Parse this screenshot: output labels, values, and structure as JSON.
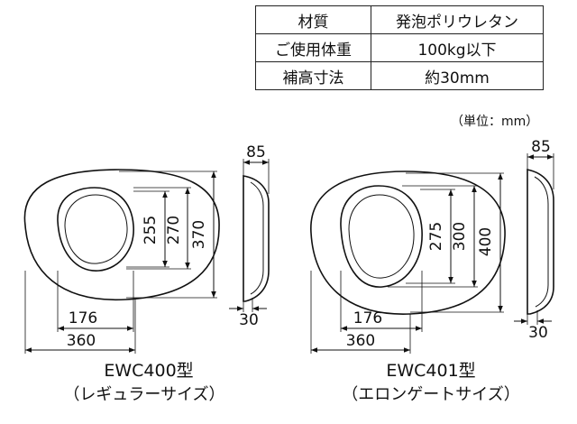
{
  "spec_table": [
    {
      "label": "材質",
      "value": "発泡ポリウレタン"
    },
    {
      "label": "ご使用体重",
      "value": "100kg以下"
    },
    {
      "label": "補高寸法",
      "value": "約30mm"
    }
  ],
  "unit_note": "（単位：mm）",
  "models": [
    {
      "name": "EWC400型",
      "subtitle": "（レギュラーサイズ）",
      "dims": {
        "height_outer": "370",
        "height_mid": "270",
        "height_inner": "255",
        "width_inner": "176",
        "width_outer": "360",
        "thickness_top": "85",
        "thickness_bottom": "30"
      }
    },
    {
      "name": "EWC401型",
      "subtitle": "（エロンゲートサイズ）",
      "dims": {
        "height_outer": "400",
        "height_mid": "300",
        "height_inner": "275",
        "width_inner": "176",
        "width_outer": "360",
        "thickness_top": "85",
        "thickness_bottom": "30"
      }
    }
  ]
}
